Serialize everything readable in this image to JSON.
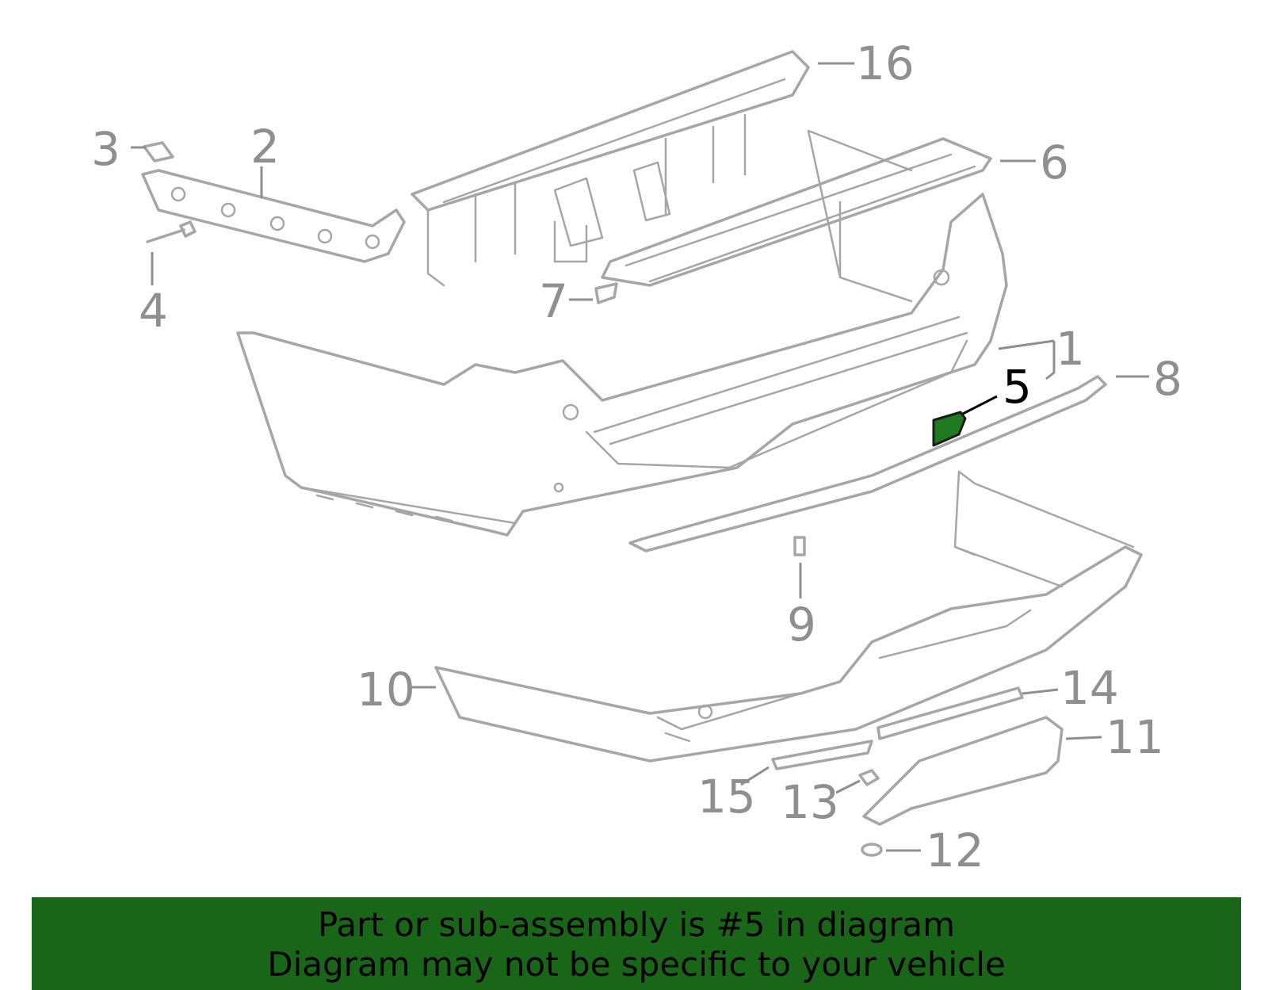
{
  "diagram": {
    "callouts": [
      {
        "id": "1",
        "label": "1"
      },
      {
        "id": "2",
        "label": "2"
      },
      {
        "id": "3",
        "label": "3"
      },
      {
        "id": "4",
        "label": "4"
      },
      {
        "id": "5",
        "label": "5",
        "selected": true
      },
      {
        "id": "6",
        "label": "6"
      },
      {
        "id": "7",
        "label": "7"
      },
      {
        "id": "8",
        "label": "8"
      },
      {
        "id": "9",
        "label": "9"
      },
      {
        "id": "10",
        "label": "10"
      },
      {
        "id": "11",
        "label": "11"
      },
      {
        "id": "12",
        "label": "12"
      },
      {
        "id": "13",
        "label": "13"
      },
      {
        "id": "14",
        "label": "14"
      },
      {
        "id": "15",
        "label": "15"
      },
      {
        "id": "16",
        "label": "16"
      }
    ],
    "colors": {
      "part_outline": "#a6a6a6",
      "callout_text": "#8f8f8f",
      "selected_callout": "#000000",
      "highlight_fill": "#1f7a1f",
      "banner_bg": "#196619"
    }
  },
  "banner": {
    "line1": "Part or sub-assembly is #5 in diagram",
    "line2": "Diagram may not be specific to your vehicle"
  }
}
